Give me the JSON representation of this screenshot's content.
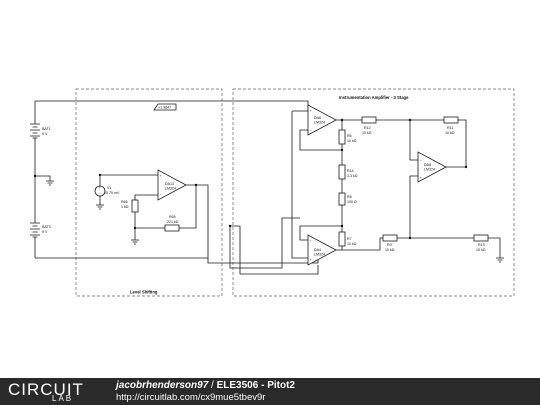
{
  "labels": {
    "bat1_name": "BAT1",
    "bat1_value": "9 V",
    "bat3_name": "BAT3",
    "bat3_value": "9 V",
    "v1_name": "V1",
    "v1_value": "15.75 mV",
    "da13_name": "DA13",
    "da13_part": "LM324",
    "r66_name": "R66",
    "r66_value": "1 kΩ",
    "r65_name": "R65",
    "r65_value": "221 kΩ",
    "net_label": "+1.9847",
    "level_box_title": "Level Shifting",
    "ia_box_title": "Instrumentation Amplifier - 3 Stage",
    "da6_name": "DA6",
    "da6_part": "LM324",
    "da4_name": "DA4",
    "da4_part": "LM324",
    "da8_name": "DA8",
    "da8_part": "LM324",
    "r6_name": "R6",
    "r6_value": "10 kΩ",
    "r14_name": "R14",
    "r14_value": "3.3 kΩ",
    "r8_name": "R8",
    "r8_value": "100 Ω",
    "r7_name": "R7",
    "r7_value": "10 kΩ",
    "r12_name": "R12",
    "r12_value": "10 kΩ",
    "r11_name": "R11",
    "r11_value": "10 kΩ",
    "r9_name": "R9",
    "r9_value": "10 kΩ",
    "r13_name": "R13",
    "r13_value": "10 kΩ",
    "plus": "+",
    "minus": "−"
  },
  "footer": {
    "logo_circuit": "CIRCUIT",
    "logo_lab": "LAB",
    "user": "jacobrhenderson97",
    "separator": " / ",
    "project": "ELE3506 - Pitot2",
    "url": "http://circuitlab.com/cx9mue5tbev9r"
  },
  "colors": {
    "footer_bg": "#2a2a2a",
    "wire": "#1a1a1a",
    "dashed_box": "#666666"
  }
}
